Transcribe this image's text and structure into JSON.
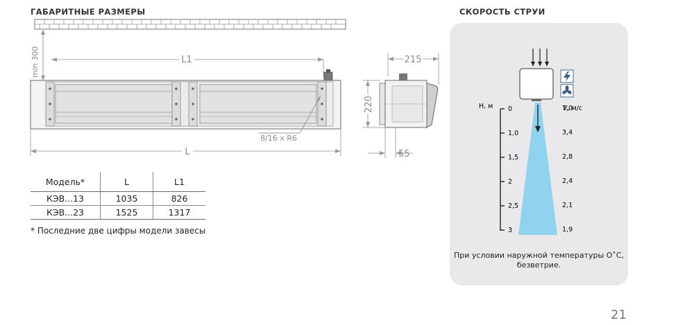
{
  "dimensions": {
    "title": "ГАБАРИТНЫЕ РАЗМЕРЫ",
    "min300": "min 300",
    "L1": "L1",
    "L": "L",
    "width215": "215",
    "height220": "220",
    "depth55": "55",
    "slot": "8/16 x R6"
  },
  "table": {
    "headers": [
      "Модель*",
      "L",
      "L1"
    ],
    "rows": [
      [
        "КЭВ...13",
        "1035",
        "826"
      ],
      [
        "КЭВ...23",
        "1525",
        "1317"
      ]
    ]
  },
  "footnote": "* Последние две цифры модели завесы",
  "velocity": {
    "title": "СКОРОСТЬ СТРУИ",
    "h_label": "H,  м",
    "v_label": "V, м/с",
    "condition_line1": "При условии наружной температуры О˚С,",
    "condition_line2": "безветрие."
  },
  "chart_data": {
    "type": "table",
    "title": "СКОРОСТЬ СТРУИ",
    "xlabel": "H,  м",
    "ylabel": "V, м/с",
    "heights": [
      "0",
      "1,0",
      "1,5",
      "2",
      "2,5",
      "3"
    ],
    "velocities": [
      "7,0",
      "3,4",
      "2,8",
      "2,4",
      "2,1",
      "1,9"
    ]
  },
  "icons": {
    "lightning": "lightning-icon",
    "fan": "fan-icon",
    "down_arrows": "air-intake-arrows-icon"
  },
  "colors": {
    "jet": "#8fd3ee",
    "panel": "#e9e9eb"
  },
  "page_number": "21"
}
